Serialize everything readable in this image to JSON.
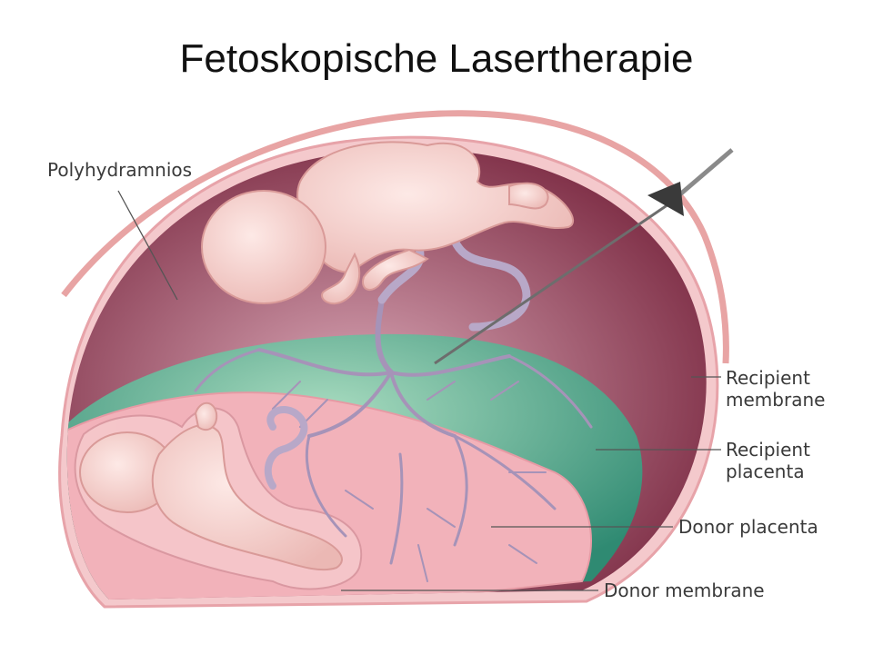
{
  "slide": {
    "title": "Fetoskopische Lasertherapie"
  },
  "labels": {
    "polyhydramnios": "Polyhydramnios",
    "recipient_membrane_1": "Recipient",
    "recipient_membrane_2": "membrane",
    "recipient_placenta_1": "Recipient",
    "recipient_placenta_2": "placenta",
    "donor_placenta": "Donor placenta",
    "donor_membrane": "Donor membrane"
  },
  "colors": {
    "uterus_outer": "#6e2236",
    "recipient_sac": "#93405a",
    "placenta_green": "#3e9a82",
    "donor_sac": "#f2b2ba",
    "fetus_skin": "#f7d2cf",
    "vessels": "#a693b8",
    "skin_line": "#e8a4a4"
  }
}
